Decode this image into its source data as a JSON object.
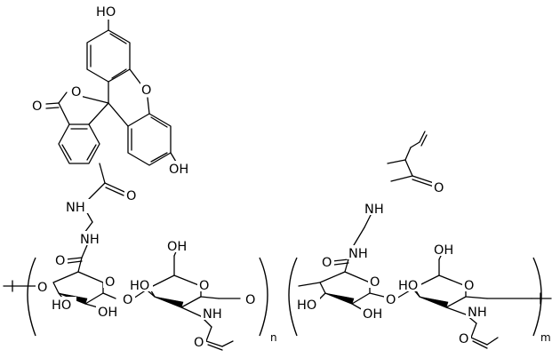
{
  "structure": {
    "fluorescein": {
      "hydroxyl_top": "HO",
      "ring_oxygen_right": "O",
      "lactone_ring_oxygen": "O",
      "carbonyl_oxygen": "O",
      "hydroxyl_bottom": "OH",
      "amide_oxygen": "O",
      "amide_nh": "NH"
    },
    "linker": {
      "nh": "NH",
      "carbonyl_oxygen": "O"
    },
    "unit_n": {
      "ring_oxygen_glucuronic": "O",
      "hydroxyl_glucuronic_3": "HO",
      "hydroxyl_glucuronic_2": "OH",
      "glycosidic_oxygen_left": "O",
      "glycosidic_oxygen_middle": "O",
      "hydroxyl_c6": "OH",
      "hydroxyl_c4": "HO",
      "ring_oxygen_glcnac": "O",
      "acetamido_nh": "NH",
      "acetyl_oxygen": "O",
      "glycosidic_oxygen_right": "O",
      "repeat_label": "n"
    },
    "unit_m": {
      "methacryl_oxygen": "O",
      "methacryl_nh": "NH",
      "amide_nh": "NH",
      "amide_oxygen": "O",
      "ring_oxygen_glucuronic": "O",
      "hydroxyl_glucuronic_3": "HO",
      "hydroxyl_glucuronic_2": "OH",
      "glycosidic_oxygen_middle": "O",
      "hydroxyl_c6": "OH",
      "hydroxyl_c4": "HO",
      "ring_oxygen_glcnac": "O",
      "acetamido_nh": "NH",
      "acetyl_oxygen": "O",
      "repeat_label": "m"
    }
  }
}
